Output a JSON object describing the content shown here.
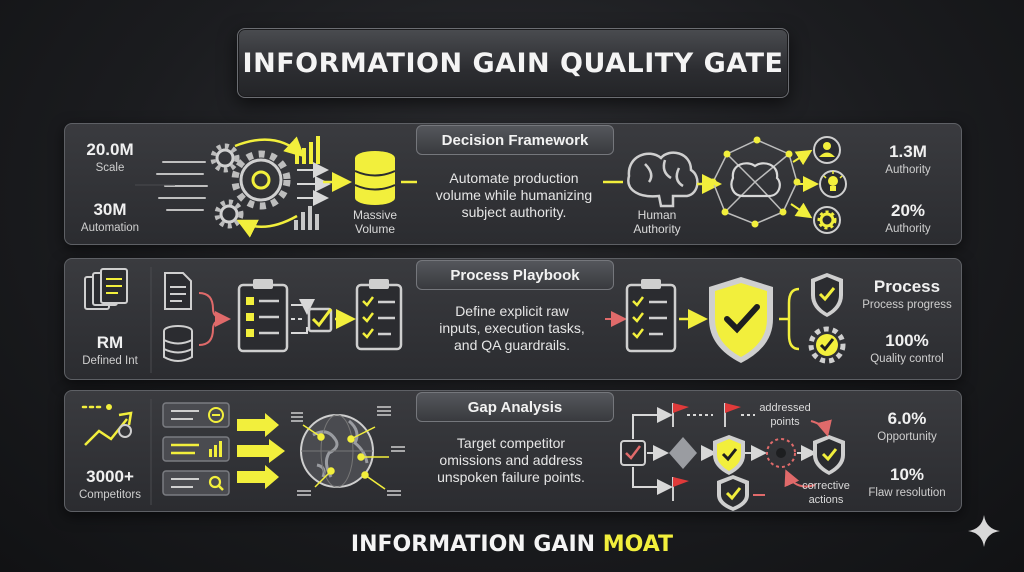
{
  "title": "INFORMATION GAIN QUALITY GATE",
  "footer": {
    "prefix": "INFORMATION GAIN",
    "accent": "MOAT"
  },
  "colors": {
    "accent": "#f2ef3c",
    "arrow_red": "#e06a6a",
    "panel": "#323337",
    "text": "#e8e8e8"
  },
  "panels": [
    {
      "header": "Decision Framework",
      "left_stats": [
        {
          "value": "20.0M",
          "label": "Scale"
        },
        {
          "value": "30M",
          "label": "Automation"
        }
      ],
      "icon_labels": [
        {
          "line1": "Massive",
          "line2": "Volume"
        },
        {
          "line1": "Human",
          "line2": "Authority"
        }
      ],
      "description": [
        "Automate production",
        "volume while humanizing",
        "subject authority."
      ],
      "right_stats": [
        {
          "value": "1.3M",
          "label": "Authority"
        },
        {
          "value": "20%",
          "label": "Authority"
        }
      ],
      "icons": [
        "gears-icon",
        "bar-chart-icon",
        "database-icon",
        "brain-icon",
        "network-brain-icon",
        "user-icon",
        "lightbulb-icon",
        "gear-icon"
      ]
    },
    {
      "header": "Process Playbook",
      "left_stats": [
        {
          "value": "RM",
          "label": "Defined Int"
        }
      ],
      "description": [
        "Define explicit raw",
        "inputs, execution tasks,",
        "and QA guardrails."
      ],
      "right_stats": [
        {
          "value": "Process",
          "label": "Process progress"
        },
        {
          "value": "100%",
          "label": "Quality control"
        }
      ],
      "icons": [
        "documents-icon",
        "document-icon",
        "database-icon",
        "checklist-icon",
        "checkbox-icon",
        "clipboard-icon",
        "shield-check-icon",
        "check-badge-icon"
      ]
    },
    {
      "header": "Gap Analysis",
      "left_stats": [
        {
          "value": "3000+",
          "label": "Competitors"
        }
      ],
      "description": [
        "Target competitor",
        "omissions and address",
        "unspoken failure points."
      ],
      "flow_labels": [
        {
          "line1": "addressed",
          "line2": "points"
        },
        {
          "line1": "corrective",
          "line2": "actions"
        }
      ],
      "right_stats": [
        {
          "value": "6.0%",
          "label": "Opportunity"
        },
        {
          "value": "10%",
          "label": "Flaw resolution"
        }
      ],
      "icons": [
        "trend-icon",
        "link-icon",
        "bar-chart-icon",
        "search-icon",
        "globe-icon",
        "flag-icon",
        "decision-icon",
        "shield-check-icon"
      ]
    }
  ]
}
